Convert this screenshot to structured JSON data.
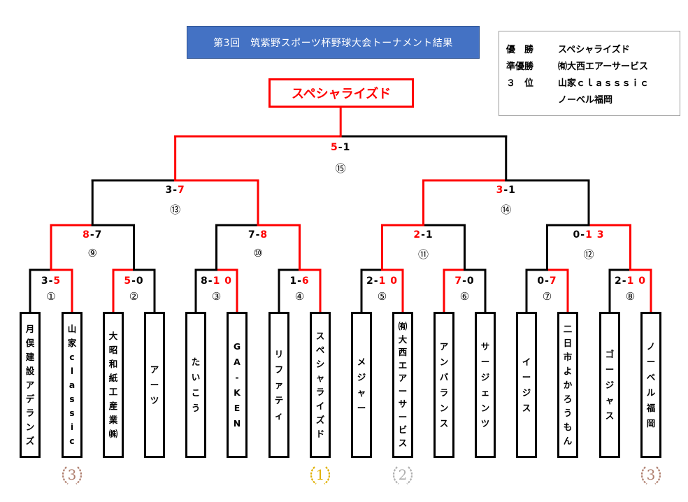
{
  "title": "第3回　筑紫野スポーツ杯野球大会トーナメント結果",
  "results": [
    {
      "label": "優　勝",
      "team": "スペシャライズド"
    },
    {
      "label": "準優勝",
      "team": "㈲大西エアーサービス"
    },
    {
      "label": "３　位",
      "team": "山家ｃｌａｓｓｓｉｃ"
    },
    {
      "label": "",
      "team": "ノーベル福岡"
    }
  ],
  "champion": "スペシャライズド",
  "teams": [
    {
      "name": [
        "月",
        "俣",
        "建",
        "設",
        "ア",
        "デ",
        "ラ",
        "ン",
        "ズ"
      ]
    },
    {
      "name": [
        "山",
        "家",
        "c",
        "l",
        "a",
        "s",
        "s",
        "i",
        "c"
      ]
    },
    {
      "name": [
        "大",
        "昭",
        "和",
        "紙",
        "工",
        "産",
        "業",
        "㈱"
      ]
    },
    {
      "name": [
        "ア",
        "ー",
        "ツ"
      ]
    },
    {
      "name": [
        "た",
        "い",
        "こ",
        "う"
      ]
    },
    {
      "name": [
        "G",
        "A",
        "-",
        "K",
        "E",
        "N"
      ]
    },
    {
      "name": [
        "リ",
        "フ",
        "ァ",
        "テ",
        "ィ"
      ]
    },
    {
      "name": [
        "ス",
        "ペ",
        "シ",
        "ャ",
        "ラ",
        "イ",
        "ズ",
        "ド"
      ]
    },
    {
      "name": [
        "メ",
        "ジ",
        "ャ",
        "ー"
      ]
    },
    {
      "name": [
        "㈲",
        "大",
        "西",
        "エ",
        "ア",
        "ー",
        "サ",
        "ー",
        "ビ",
        "ス"
      ]
    },
    {
      "name": [
        "ア",
        "ン",
        "バ",
        "ラ",
        "ン",
        "ス"
      ]
    },
    {
      "name": [
        "サ",
        "ー",
        "ジ",
        "ェ",
        "ン",
        "ツ"
      ]
    },
    {
      "name": [
        "イ",
        "ー",
        "ジ",
        "ス"
      ]
    },
    {
      "name": [
        "二",
        "日",
        "市",
        "よ",
        "か",
        "ろ",
        "う",
        "も",
        "ん"
      ]
    },
    {
      "name": [
        "ゴ",
        "ー",
        "ジ",
        "ャ",
        "ス"
      ]
    },
    {
      "name": [
        "ノ",
        "ー",
        "ベ",
        "ル",
        "福",
        "岡"
      ]
    }
  ],
  "matches": [
    {
      "no": "①",
      "left": "3",
      "right": "5",
      "winner": "right"
    },
    {
      "no": "②",
      "left": "5",
      "right": "0",
      "winner": "left"
    },
    {
      "no": "③",
      "left": "8",
      "right": "1 0",
      "winner": "right"
    },
    {
      "no": "④",
      "left": "1",
      "right": "6",
      "winner": "right"
    },
    {
      "no": "⑤",
      "left": "2",
      "right": "1 0",
      "winner": "right"
    },
    {
      "no": "⑥",
      "left": "7",
      "right": "0",
      "winner": "left"
    },
    {
      "no": "⑦",
      "left": "0",
      "right": "7",
      "winner": "right"
    },
    {
      "no": "⑧",
      "left": "2",
      "right": "1 0",
      "winner": "right"
    },
    {
      "no": "⑨",
      "left": "8",
      "right": "7",
      "winner": "left"
    },
    {
      "no": "⑩",
      "left": "7",
      "right": "8",
      "winner": "right"
    },
    {
      "no": "⑪",
      "left": "2",
      "right": "1",
      "winner": "left"
    },
    {
      "no": "⑫",
      "left": "0",
      "right": "1 3",
      "winner": "right"
    },
    {
      "no": "⑬",
      "left": "3",
      "right": "7",
      "winner": "right"
    },
    {
      "no": "⑭",
      "left": "3",
      "right": "1",
      "winner": "left"
    },
    {
      "no": "⑮",
      "left": "5",
      "right": "1",
      "winner": "left"
    }
  ],
  "medals": [
    {
      "label": "3",
      "team_index": 1,
      "color": "#b08070"
    },
    {
      "label": "1",
      "team_index": 7,
      "color": "#e0b000"
    },
    {
      "label": "2",
      "team_index": 9,
      "color": "#b0b0b0"
    },
    {
      "label": "3",
      "team_index": 15,
      "color": "#b08070"
    }
  ],
  "colors": {
    "win_line": "#ff0000",
    "lose_line": "#000000",
    "title_bg": "#4472c4"
  }
}
